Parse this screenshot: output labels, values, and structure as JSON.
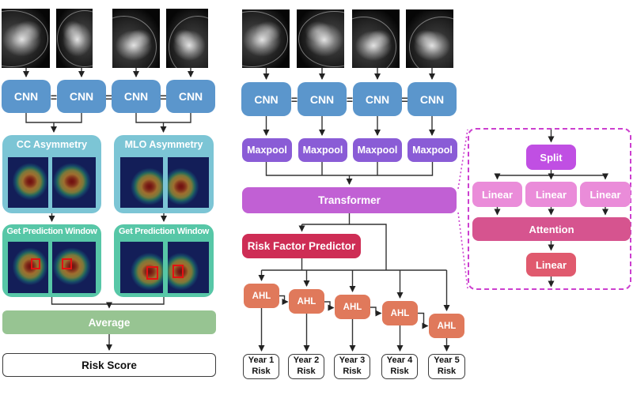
{
  "left_pipeline": {
    "cnn_labels": [
      "CNN",
      "CNN",
      "CNN",
      "CNN"
    ],
    "equals_sign": "=",
    "cc_asymmetry_label": "CC Asymmetry",
    "mlo_asymmetry_label": "MLO Asymmetry",
    "prediction_window_labels": [
      "Get Prediction Window",
      "Get Prediction Window"
    ],
    "average_label": "Average",
    "risk_score_label": "Risk Score"
  },
  "right_pipeline": {
    "cnn_labels": [
      "CNN",
      "CNN",
      "CNN",
      "CNN"
    ],
    "equals_sign": "=",
    "maxpool_labels": [
      "Maxpool",
      "Maxpool",
      "Maxpool",
      "Maxpool"
    ],
    "transformer_label": "Transformer",
    "risk_factor_predictor_label": "Risk Factor Predictor",
    "ahl_labels": [
      "AHL",
      "AHL",
      "AHL",
      "AHL",
      "AHL"
    ],
    "year_risk_boxes": [
      {
        "line1": "Year 1",
        "line2": "Risk"
      },
      {
        "line1": "Year 2",
        "line2": "Risk"
      },
      {
        "line1": "Year 3",
        "line2": "Risk"
      },
      {
        "line1": "Year 4",
        "line2": "Risk"
      },
      {
        "line1": "Year 5",
        "line2": "Risk"
      }
    ]
  },
  "transformer_detail": {
    "split_label": "Split",
    "linear_labels": [
      "Linear",
      "Linear",
      "Linear"
    ],
    "attention_label": "Attention",
    "output_linear_label": "Linear"
  },
  "colors": {
    "cnn_blue": "#5B96CC",
    "maxpool_purple": "#8A5CD6",
    "transformer_magenta": "#C160D4",
    "risk_factor_crimson": "#CE2D55",
    "ahl_orange": "#E0795B",
    "asymmetry_teal": "#7CC5D5",
    "prediction_window_green": "#57C7A7",
    "average_green": "#97C492",
    "split_purple": "#C04FE3",
    "linear_pink": "#EA8CD9",
    "attention_pink": "#D6548F",
    "output_linear_red": "#E05A6E",
    "detail_border_magenta": "#CC3FCF",
    "prediction_window_red": "#E31212"
  }
}
